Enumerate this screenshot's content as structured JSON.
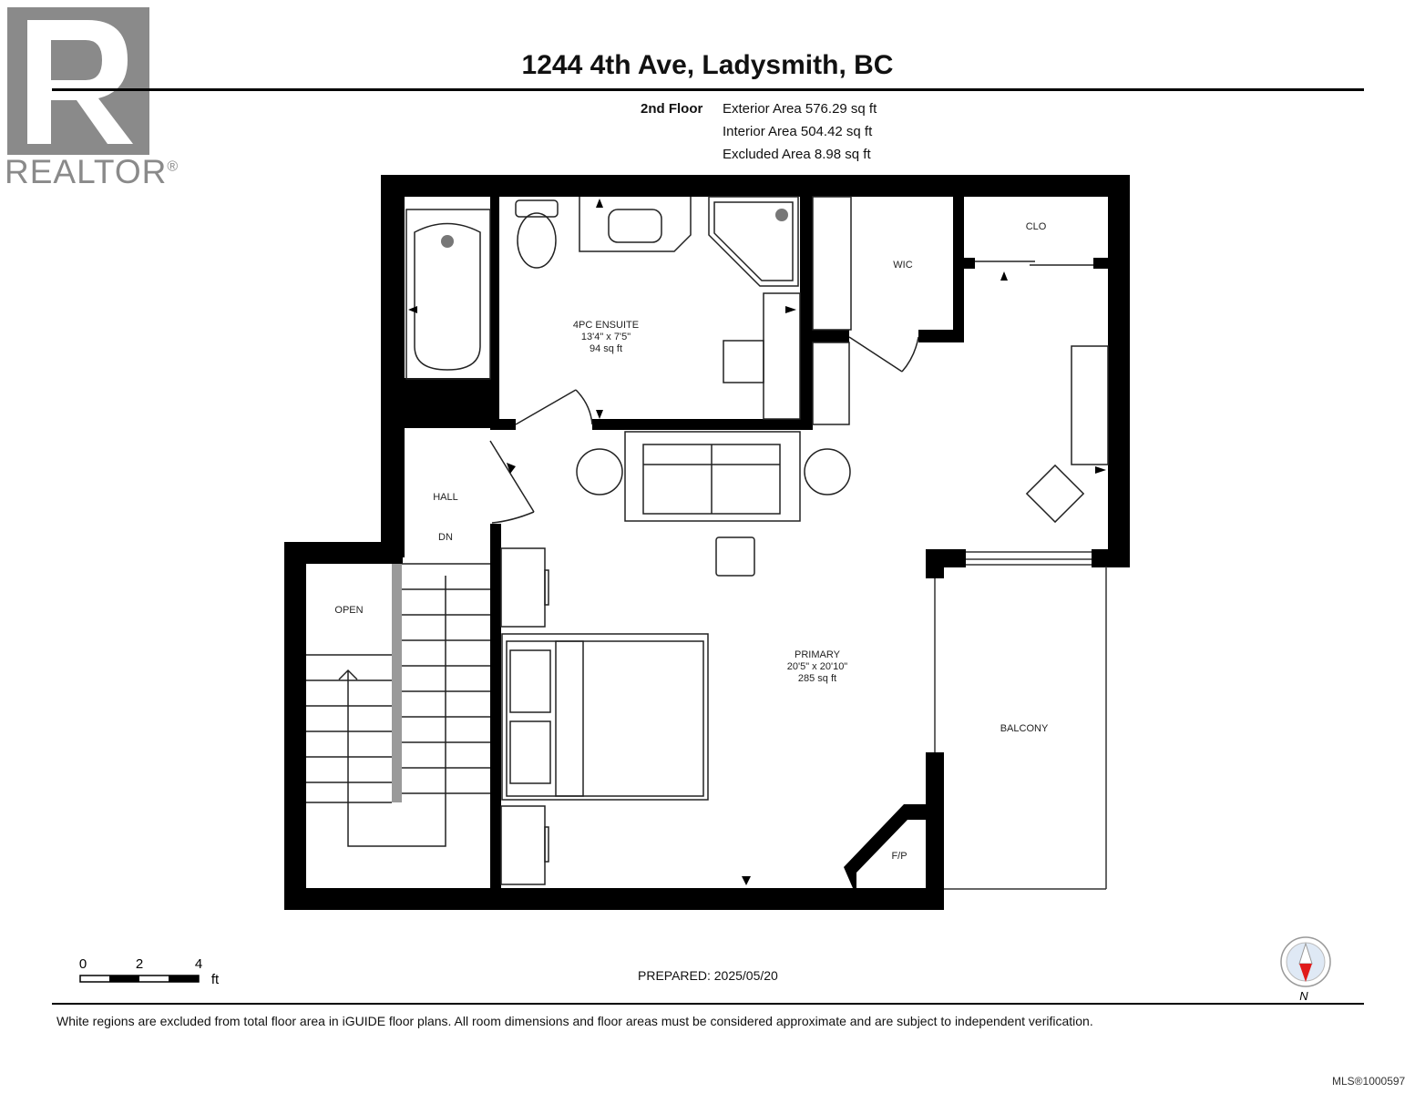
{
  "header": {
    "title": "1244 4th Ave, Ladysmith, BC"
  },
  "logo": {
    "text": "REALTOR",
    "registered": "®"
  },
  "areas": {
    "floor": "2nd Floor",
    "lines": [
      "Exterior Area 576.29 sq ft",
      "Interior Area 504.42 sq ft",
      "Excluded Area 8.98 sq ft"
    ]
  },
  "rooms": {
    "ensuite": {
      "name": "4PC ENSUITE",
      "dims": "13'4\" x 7'5\"",
      "area": "94 sq ft"
    },
    "wic": {
      "name": "WIC"
    },
    "clo": {
      "name": "CLO"
    },
    "hall": {
      "name": "HALL",
      "sub": "DN"
    },
    "open": {
      "name": "OPEN"
    },
    "primary": {
      "name": "PRIMARY",
      "dims": "20'5\" x 20'10\"",
      "area": "285 sq ft"
    },
    "balcony": {
      "name": "BALCONY"
    },
    "fp": {
      "name": "F/P"
    }
  },
  "scale": {
    "labels": [
      "0",
      "2",
      "4"
    ],
    "unit": "ft"
  },
  "compass": {
    "label": "N"
  },
  "footer": {
    "prepared": "PREPARED: 2025/05/20",
    "disclaimer": "White regions are excluded from total floor area in iGUIDE floor plans. All room dimensions and floor areas must be considered approximate and are subject to independent verification.",
    "mls": "MLS®1000597"
  },
  "colors": {
    "wall": "#000000",
    "logo": "#8a8a8a",
    "stair_rail": "#9a9a9a",
    "compass_arrow": "#e01b1b"
  }
}
